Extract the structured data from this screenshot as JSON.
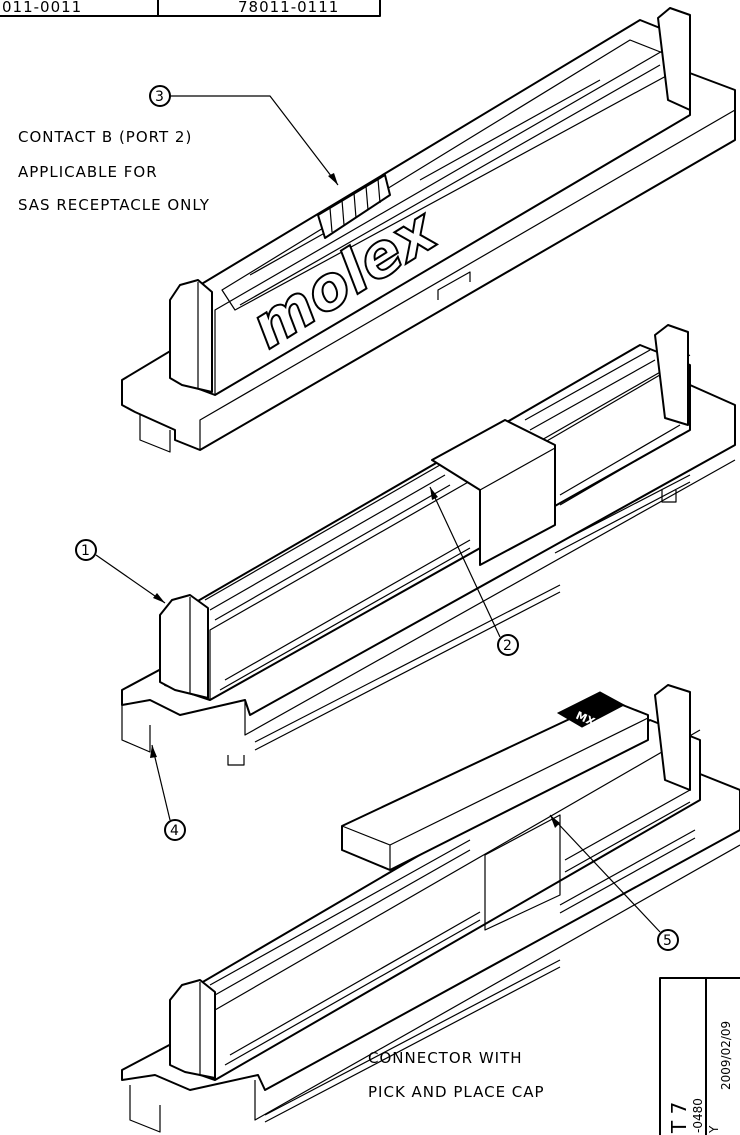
{
  "title_block": {
    "left_cell": "011-0011",
    "right_cell": "78011-0111"
  },
  "notes": {
    "contact_b_line1": "CONTACT B (PORT 2)",
    "contact_b_line2": "APPLICABLE FOR",
    "contact_b_line3": "SAS RECEPTACLE ONLY",
    "cap_line1": "CONNECTOR WITH",
    "cap_line2": "PICK AND PLACE CAP"
  },
  "callouts": {
    "c1": "1",
    "c2": "2",
    "c3": "3",
    "c4": "4",
    "c5": "5"
  },
  "brand": {
    "logo_text": "molex",
    "cap_mark": "MXS"
  },
  "side_stamp": {
    "sheet": "T 7",
    "doc_suffix": "-0480",
    "rev": "Y",
    "date": "2009/02/09"
  }
}
